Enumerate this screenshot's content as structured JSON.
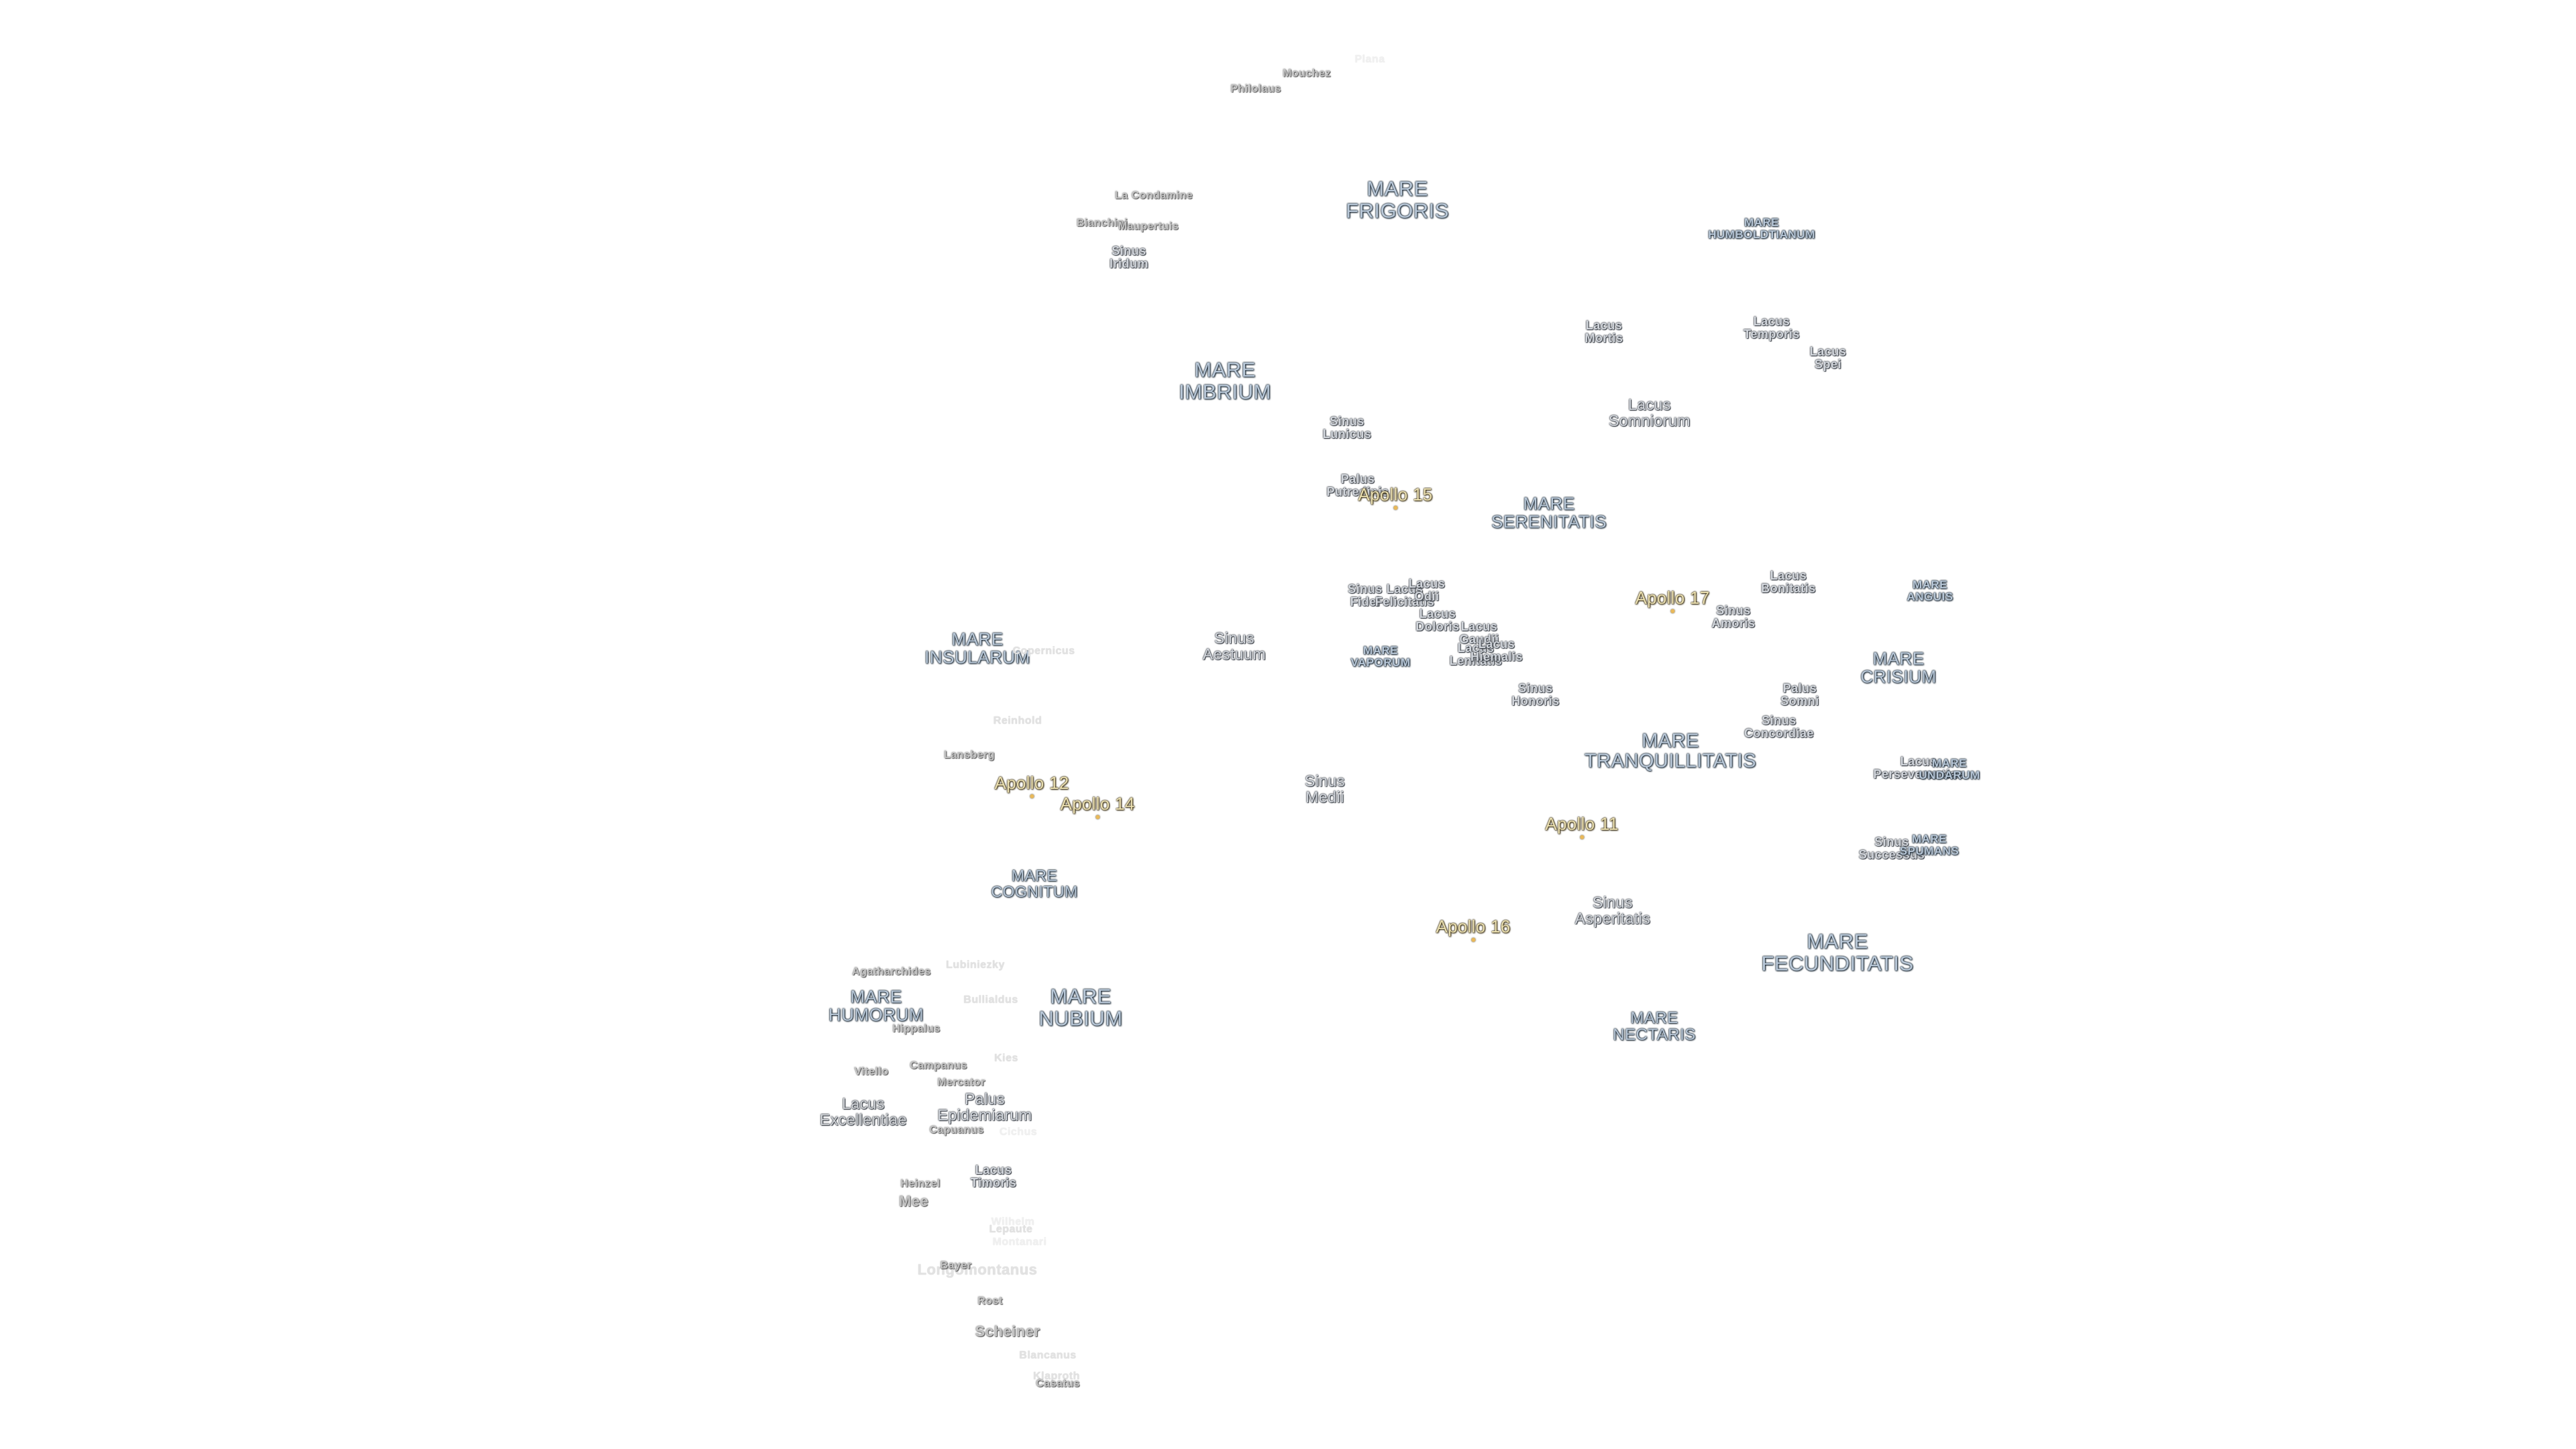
{
  "colors": {
    "background": "#ffffff",
    "mare_text": "#b9c8d8",
    "apollo_text": "#eadfb0",
    "apollo_marker": "#e9b95a"
  },
  "labels": {
    "philolaus": "Philolaus",
    "mouchez": "Mouchez",
    "plana_faint": "Plana",
    "la_condamine": "La Condamine",
    "bianchini": "Bianchini",
    "maupertuis": "Maupertuis",
    "sinus_iridum": "Sinus\nIridum",
    "mare_frigoris": "MARE\nFRIGORIS",
    "mare_humboldtianum": "MARE\nHUMBOLDTIANUM",
    "lacus_mortis": "Lacus\nMortis",
    "lacus_temporis": "Lacus\nTemporis",
    "lacus_spei": "Lacus\nSpei",
    "mare_imbrium": "MARE\nIMBRIUM",
    "sinus_lunicus": "Sinus\nLunicus",
    "lacus_somniorum": "Lacus\nSomniorum",
    "palus_putredinis": "Palus\nPutredinis",
    "apollo_15": "Apollo 15",
    "mare_serenitatis": "MARE\nSERENITATIS",
    "apollo_17": "Apollo 17",
    "lacus_bonitatis": "Lacus\nBonitatis",
    "mare_anguis": "MARE\nANGUIS",
    "sinus_amoris": "Sinus\nAmoris",
    "sinus_fidei": "Sinus\nFidei",
    "lacus_felicitatis": "Lacus\nFelicitatis",
    "lacus_odii": "Lacus\nOdii",
    "lacus_doloris": "Lacus\nDoloris",
    "lacus_gaudii": "Lacus\nGaudii",
    "lacus_lenitatis": "Lacus\nLenitatis",
    "lacus_hiemalis": "Lacus\nHiemalis",
    "mare_vaporum": "MARE\nVAPORUM",
    "sinus_aestuum": "Sinus\nAestuum",
    "mare_insularum": "MARE\nINSULARUM",
    "copernicus_faint": "Copernicus",
    "sinus_honoris": "Sinus\nHonoris",
    "palus_somni": "Palus\nSomni",
    "mare_crisium": "MARE\nCRISIUM",
    "sinus_concordiae": "Sinus\nConcordiae",
    "mare_tranquillitatis": "MARE\nTRANQUILLITATIS",
    "reinhold": "Reinhold",
    "lansberg": "Lansberg",
    "apollo_12": "Apollo 12",
    "apollo_14": "Apollo 14",
    "sinus_medii": "Sinus\nMedii",
    "apollo_11": "Apollo 11",
    "lacus_perseverantiae": "Lacus\nPerseverantiae",
    "mare_undarum": "MARE\nUNDARUM",
    "sinus_successus": "Sinus\nSuccessus",
    "mare_spumans": "MARE\nSPUMANS",
    "mare_cognitum": "MARE\nCOGNITUM",
    "sinus_asperitatis": "Sinus\nAsperitatis",
    "apollo_16": "Apollo 16",
    "mare_fecunditatis": "MARE\nFECUNDITATIS",
    "agatharchides": "Agatharchides",
    "lubiniezky": "Lubiniezky",
    "mare_humorum": "MARE\nHUMORUM",
    "bullialdus": "Bullialdus",
    "mare_nubium": "MARE\nNUBIUM",
    "hippalus": "Hippalus",
    "mare_nectaris": "MARE\nNECTARIS",
    "vitello": "Vitello",
    "campanus": "Campanus",
    "kies": "Kies",
    "mercator": "Mercator",
    "lacus_excellentiae": "Lacus\nExcellentiae",
    "palus_epidemiarum": "Palus\nEpidemiarum",
    "capuanus": "Capuanus",
    "cichus": "Cichus",
    "heinzel": "Heinzel",
    "mee": "Mee",
    "lacus_timoris": "Lacus\nTimoris",
    "wilhelm": "Wilhelm",
    "lepaute": "Lepaute",
    "montanari": "Montanari",
    "longomontanus": "Longomontanus",
    "bayer": "Bayer",
    "rost": "Rost",
    "scheiner": "Scheiner",
    "blancanus": "Blancanus",
    "klaproth": "Klaproth",
    "casatus": "Casatus"
  }
}
